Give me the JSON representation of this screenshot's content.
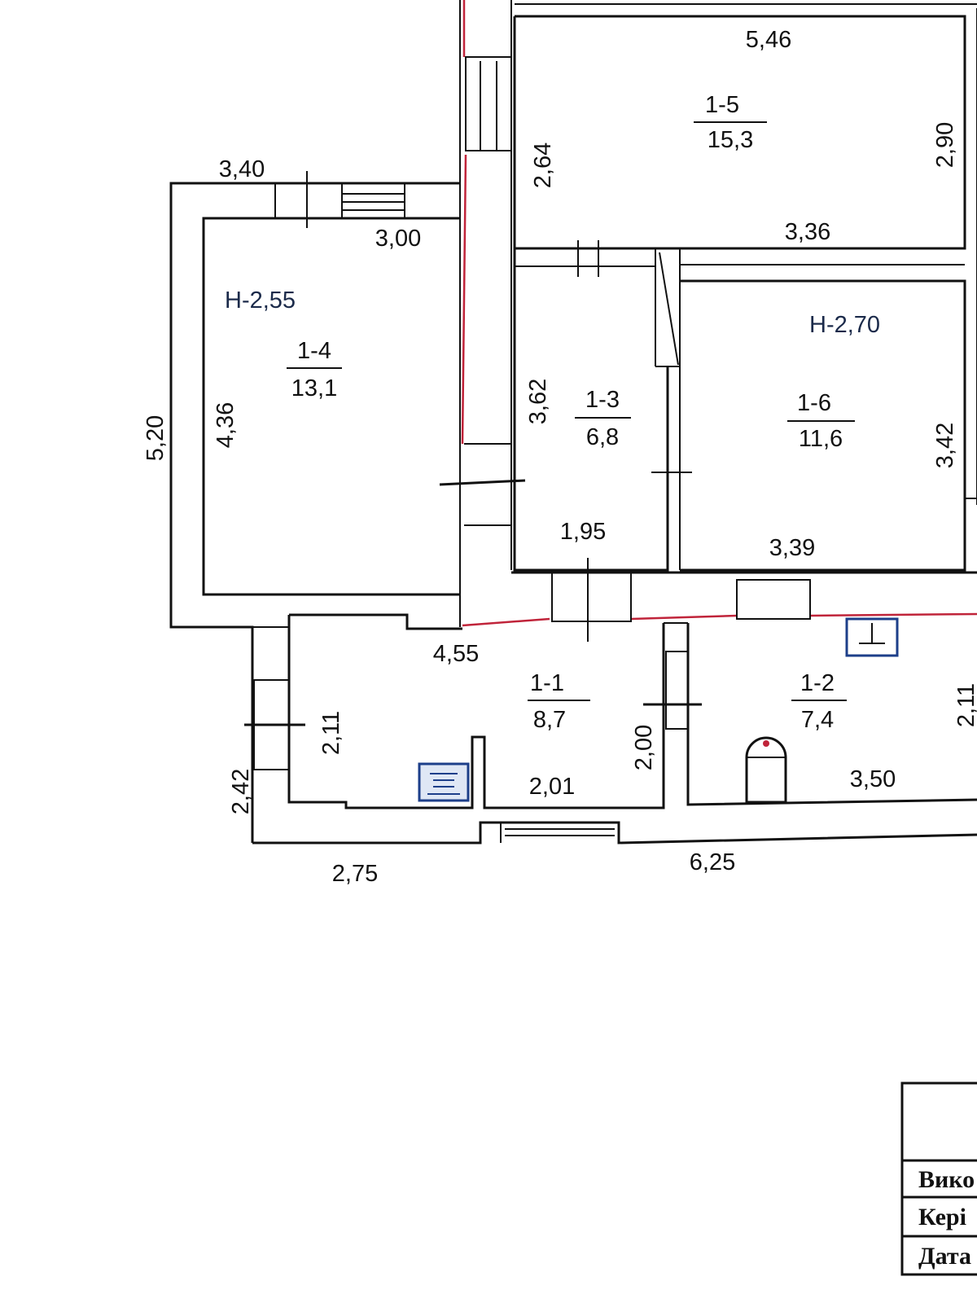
{
  "rooms": [
    {
      "id": "1-1",
      "area": "8,7"
    },
    {
      "id": "1-2",
      "area": "7,4"
    },
    {
      "id": "1-3",
      "area": "6,8"
    },
    {
      "id": "1-4",
      "area": "13,1"
    },
    {
      "id": "1-5",
      "area": "15,3"
    },
    {
      "id": "1-6",
      "area": "11,6"
    }
  ],
  "heights": {
    "left": "Н-2,55",
    "right": "Н-2,70"
  },
  "dimensions": {
    "d_546": "5,46",
    "d_264": "2,64",
    "d_290": "2,90",
    "d_336": "3,36",
    "d_340": "3,40",
    "d_300": "3,00",
    "d_520": "5,20",
    "d_436": "4,36",
    "d_362": "3,62",
    "d_342": "3,42",
    "d_195": "1,95",
    "d_339": "3,39",
    "d_455": "4,55",
    "d_211a": "2,11",
    "d_211b": "2,11",
    "d_200": "2,00",
    "d_201": "2,01",
    "d_350": "3,50",
    "d_242": "2,42",
    "d_275": "2,75",
    "d_625": "6,25"
  },
  "stamp": {
    "row1": "Вико",
    "row2": "Кері",
    "row3": "Дата"
  }
}
